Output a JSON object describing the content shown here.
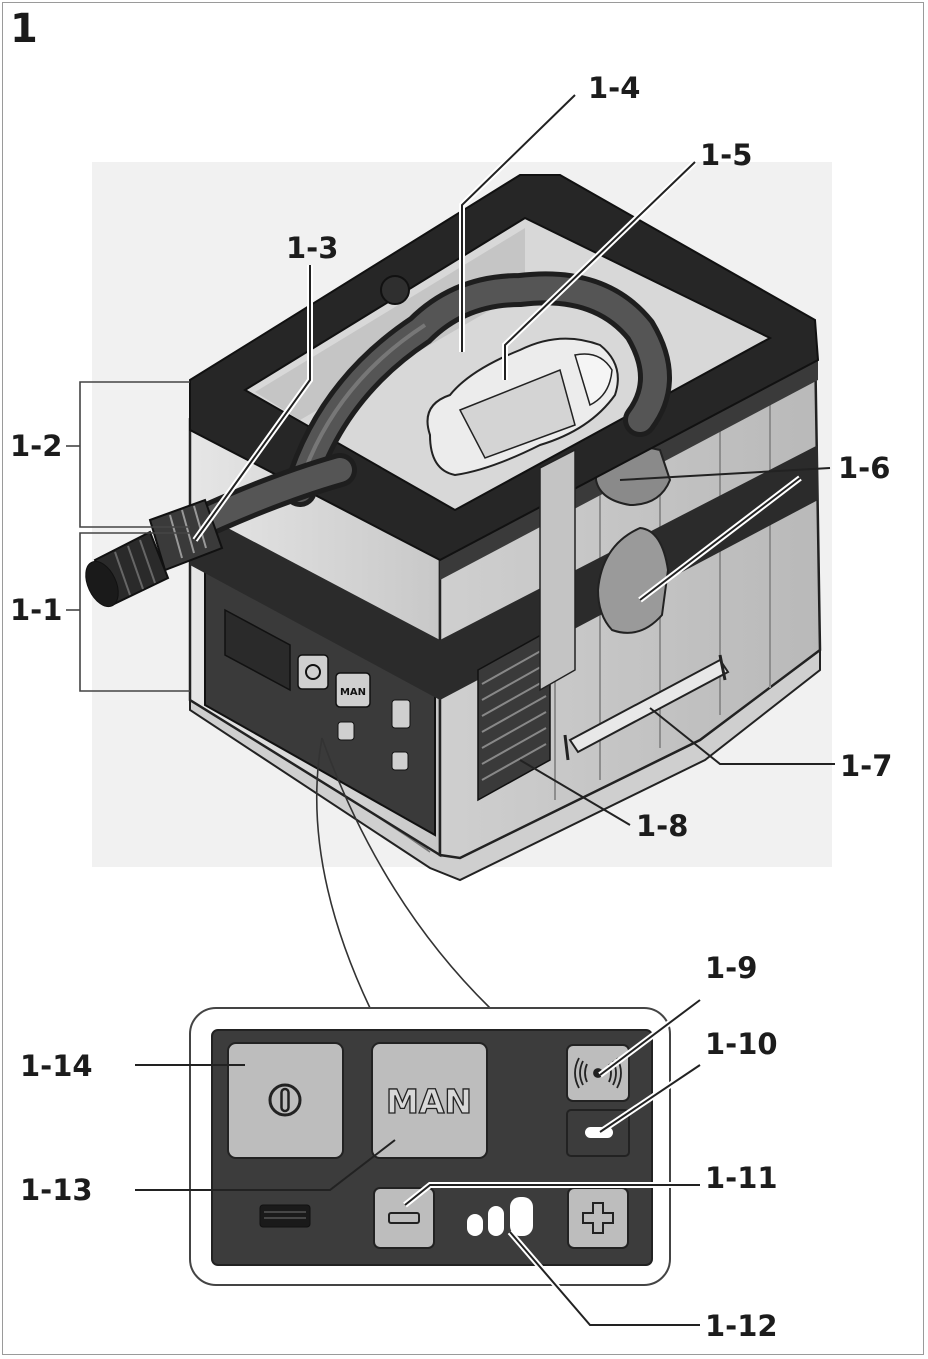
{
  "figure": {
    "number": "1"
  },
  "callouts": {
    "c1": "1-1",
    "c2": "1-2",
    "c3": "1-3",
    "c4": "1-4",
    "c5": "1-5",
    "c6": "1-6",
    "c7": "1-7",
    "c8": "1-8",
    "c9": "1-9",
    "c10": "1-10",
    "c11": "1-11",
    "c12": "1-12",
    "c13": "1-13",
    "c14": "1-14"
  },
  "panel": {
    "man_label": "MAN",
    "small_man_label": "MAN"
  },
  "colors": {
    "outline": "#1f1f1f",
    "frame_dark": "#2b2b2b",
    "body_light": "#d9d9d9",
    "panel_dark": "#3c3c3c",
    "button_gray": "#bdbdbd"
  }
}
